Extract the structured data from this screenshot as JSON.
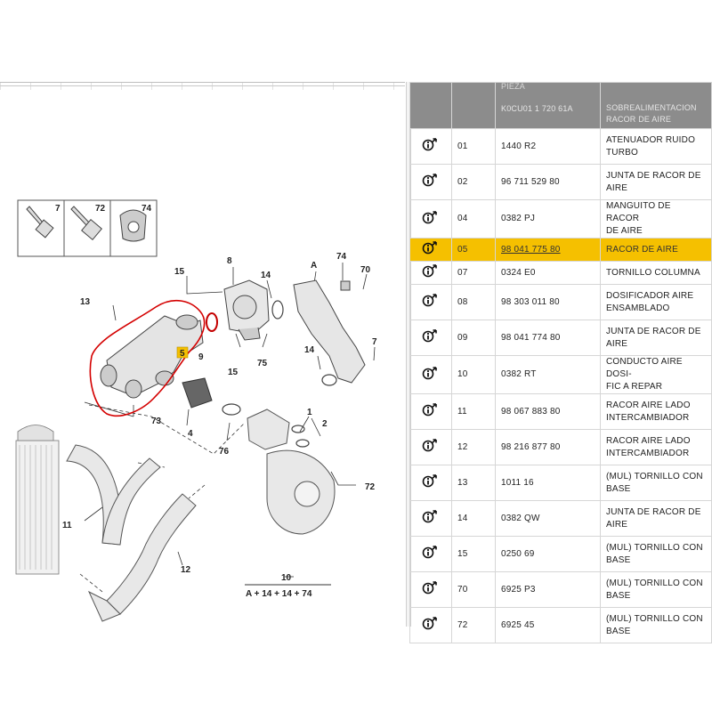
{
  "diagram": {
    "callouts": {
      "n7": "7",
      "n72": "72",
      "n74": "74",
      "n15a": "15",
      "n8": "8",
      "n14a": "14",
      "nA": "A",
      "n74b": "74",
      "n70": "70",
      "n13": "13",
      "n5": "5",
      "n9": "9",
      "n15b": "15",
      "n75": "75",
      "n14b": "14",
      "n7b": "7",
      "n73": "73",
      "n4": "4",
      "n76": "76",
      "n1": "1",
      "n2": "2",
      "n72b": "72",
      "n11": "11",
      "n12": "12",
      "n10": "10"
    },
    "formula": "A + 14 + 14 + 74",
    "highlight_color": "#d40000",
    "callout_box_color": "#f5c000"
  },
  "table": {
    "header": {
      "pieza_label": "PIEZA",
      "pieza_code": "K0CU01 1 720 61A",
      "title_line1": "SOBREALIMENTACION",
      "title_line2": "RACOR DE AIRE"
    },
    "rows": [
      {
        "num": "01",
        "ref": "1440 R2",
        "desc1": "ATENUADOR RUIDO",
        "desc2": "TURBO"
      },
      {
        "num": "02",
        "ref": "96 711 529 80",
        "desc1": "JUNTA DE RACOR DE",
        "desc2": "AIRE"
      },
      {
        "num": "04",
        "ref": "0382 PJ",
        "desc1": "MANGUITO DE RACOR",
        "desc2": "DE AIRE"
      },
      {
        "num": "05",
        "ref": "98 041 775 80",
        "desc1": "RACOR DE AIRE",
        "desc2": ""
      },
      {
        "num": "07",
        "ref": "0324 E0",
        "desc1": "TORNILLO COLUMNA",
        "desc2": ""
      },
      {
        "num": "08",
        "ref": "98 303 011 80",
        "desc1": "DOSIFICADOR AIRE",
        "desc2": "ENSAMBLADO"
      },
      {
        "num": "09",
        "ref": "98 041 774 80",
        "desc1": "JUNTA DE RACOR DE",
        "desc2": "AIRE"
      },
      {
        "num": "10",
        "ref": "0382 RT",
        "desc1": "CONDUCTO AIRE DOSI-",
        "desc2": "FIC A REPAR"
      },
      {
        "num": "11",
        "ref": "98 067 883 80",
        "desc1": "RACOR AIRE LADO",
        "desc2": "INTERCAMBIADOR"
      },
      {
        "num": "12",
        "ref": "98 216 877 80",
        "desc1": "RACOR AIRE LADO",
        "desc2": "INTERCAMBIADOR"
      },
      {
        "num": "13",
        "ref": "1011 16",
        "desc1": "(MUL) TORNILLO CON",
        "desc2": "BASE"
      },
      {
        "num": "14",
        "ref": "0382 QW",
        "desc1": "JUNTA DE RACOR DE",
        "desc2": "AIRE"
      },
      {
        "num": "15",
        "ref": "0250 69",
        "desc1": "(MUL) TORNILLO CON",
        "desc2": "BASE"
      },
      {
        "num": "70",
        "ref": "6925 P3",
        "desc1": "(MUL) TORNILLO CON",
        "desc2": "BASE"
      },
      {
        "num": "72",
        "ref": "6925 45",
        "desc1": "(MUL) TORNILLO CON",
        "desc2": "BASE"
      }
    ],
    "highlight_row_color": "#f5c000",
    "link_icon": "link-out-icon"
  }
}
